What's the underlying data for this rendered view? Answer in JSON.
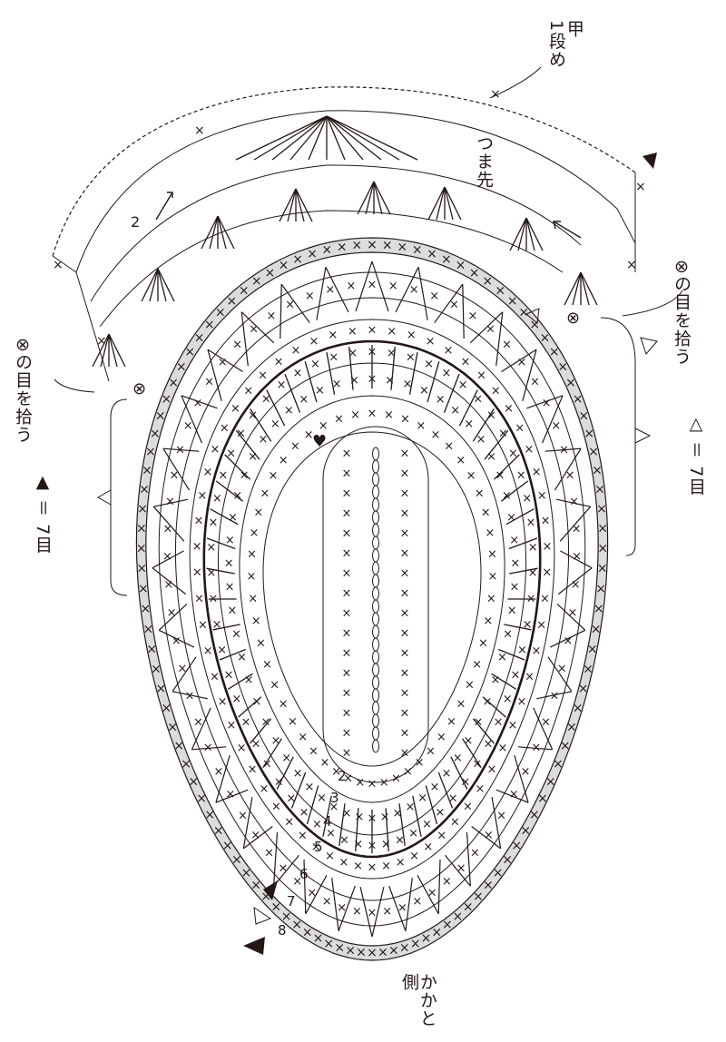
{
  "labels": {
    "instep_title": "甲",
    "instep_row": "1段め",
    "toe": "つま先",
    "pickup_right": "⊗の目を拾う",
    "pickup_left": "⊗の目を拾う",
    "right_count": "7目",
    "left_count": "7目",
    "eq_mark": "＝",
    "open_triangle": "△",
    "filled_triangle": "▲",
    "heel_side": "かかと側"
  },
  "row_numbers": [
    "2",
    "3",
    "4",
    "5",
    "6",
    "7",
    "8"
  ],
  "instep_row_numbers": [
    "2"
  ],
  "symbols": {
    "single_crochet": "×",
    "pickup_stitch": "⊗",
    "chain": "○",
    "heart": "♥"
  },
  "colors": {
    "ink": "#231815",
    "band": "#dcdcdc",
    "band_edge": "#231815"
  }
}
